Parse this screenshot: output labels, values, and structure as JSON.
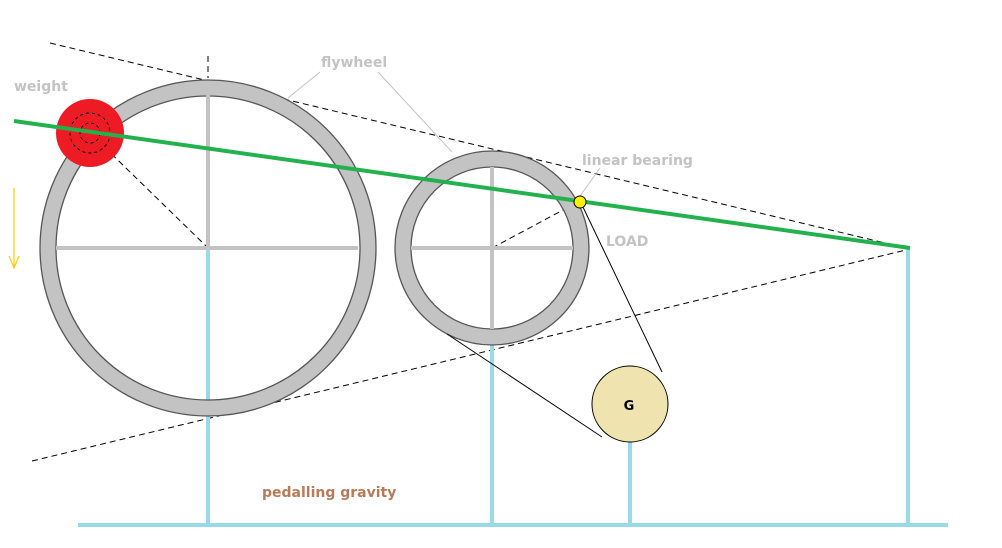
{
  "labels": {
    "weight": "weight",
    "flywheel": "flywheel",
    "linear_bearing": "linear bearing",
    "load": "LOAD",
    "generator": "G",
    "title": "pedalling gravity"
  },
  "colors": {
    "background": "#ffffff",
    "wheel_rim": "#c3c3c3",
    "wheel_stroke": "#555555",
    "spokes": "#c3c3c3",
    "lever": "#22b14c",
    "weight": "#ed1c24",
    "bearing": "#fff200",
    "generator": "#efe4b0",
    "supports": "#99d9ea",
    "gravity_arrow": "#ffc90e",
    "label_grey": "#c3c3c3",
    "label_brown": "#b97a57"
  }
}
